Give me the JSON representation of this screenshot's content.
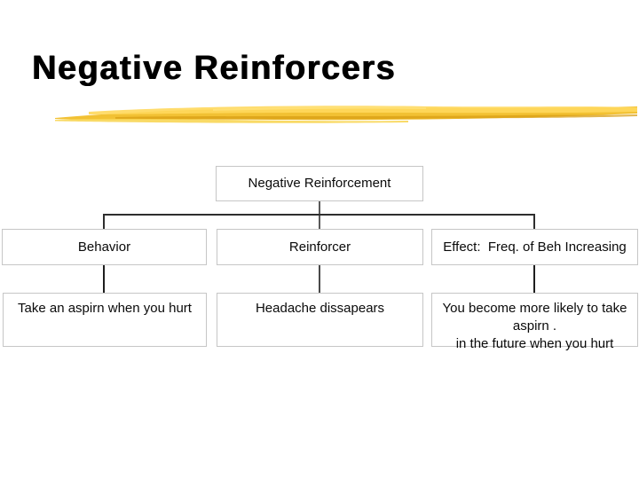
{
  "slide": {
    "title": "Negative Reinforcers",
    "accent_color": "#F2C12E",
    "background_color": "#FFFFFF"
  },
  "diagram": {
    "root": {
      "label": "Negative Reinforcement"
    },
    "columns": [
      {
        "header": "Behavior",
        "example": "Take an aspirn when you hurt"
      },
      {
        "header": "Reinforcer",
        "example": "Headache dissapears"
      },
      {
        "header": "Effect:  Freq. of Beh Increasing",
        "example": "You become more likely to take aspirn .\nin the future when you hurt"
      }
    ]
  }
}
